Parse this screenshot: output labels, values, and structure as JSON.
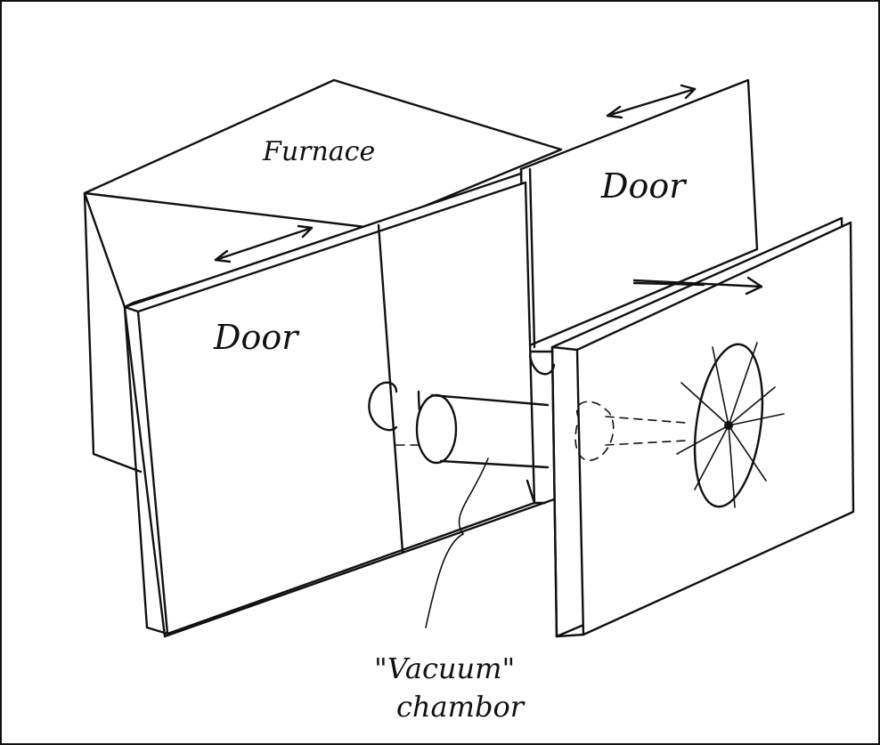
{
  "labels": {
    "furnace": "Furnace",
    "door_left": "Door",
    "door_back": "Door",
    "vacuum_line1": "\"Vacuum\"",
    "vacuum_line2": "chambor"
  }
}
